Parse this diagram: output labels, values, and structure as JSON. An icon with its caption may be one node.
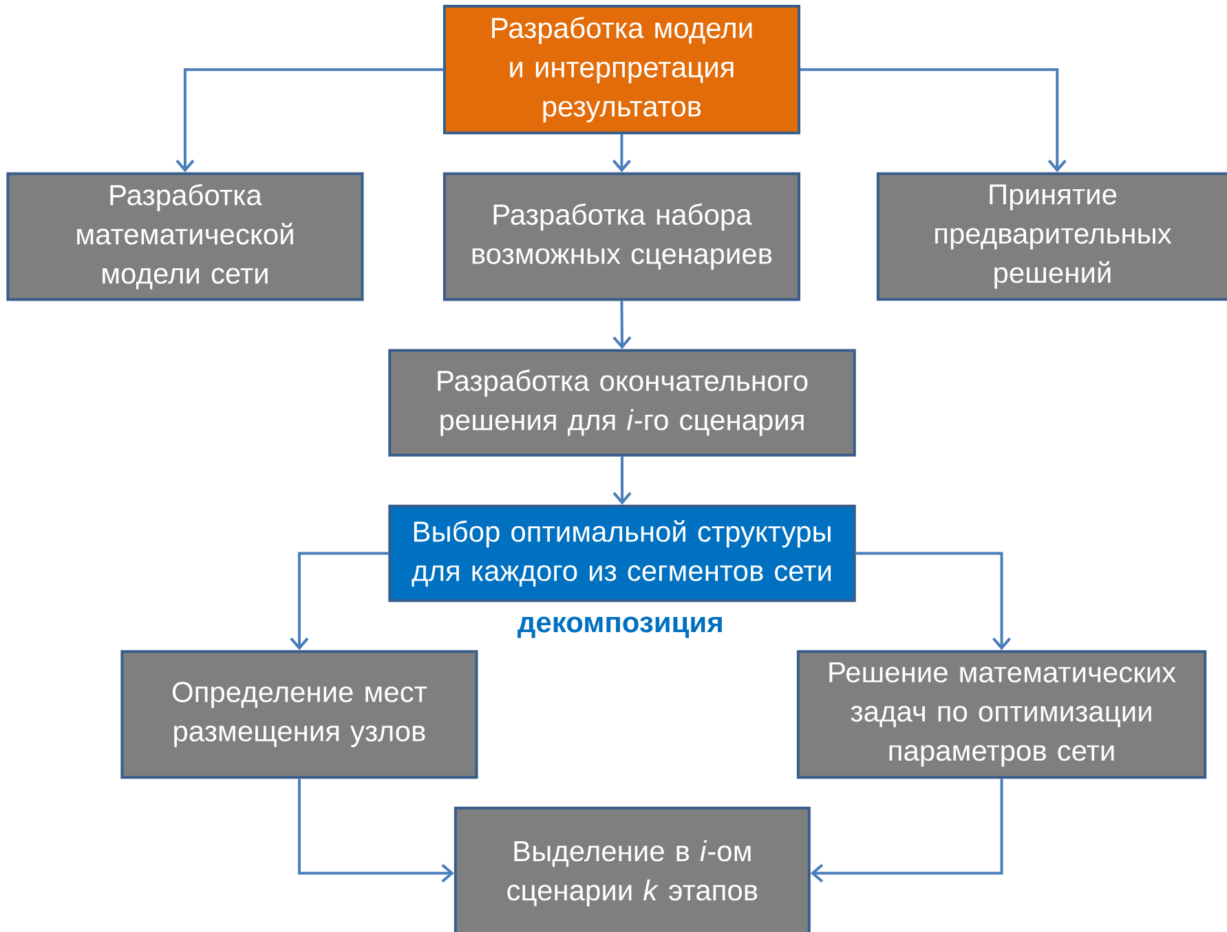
{
  "diagram": {
    "nodes": [
      {
        "text": [
          "Разработка модели и интерпретация результатов"
        ]
      },
      {
        "text": [
          "Разработка математической модели сети"
        ]
      },
      {
        "text": [
          "Разработка набора возможных сценариев"
        ]
      },
      {
        "text": [
          "Принятие предварительных решений"
        ]
      },
      {
        "text": [
          "Разработка окончательного решения для *i*-го сценария"
        ]
      },
      {
        "text": [
          "Выбор оптимальной структуры для каждого из сегментов сети"
        ]
      },
      {
        "text": [
          "Определение мест размещения узлов"
        ]
      },
      {
        "text": [
          "Решение математических задач по оптимизации параметров сети"
        ]
      },
      {
        "text": [
          "Выделение в *i*-ом сценарии *k* этапов"
        ]
      }
    ],
    "edges": [
      {
        "from": 0,
        "to": 1,
        "arrow": "to"
      },
      {
        "from": 0,
        "to": 2,
        "arrow": "to"
      },
      {
        "from": 0,
        "to": 3,
        "arrow": "to"
      },
      {
        "from": 2,
        "to": 4,
        "arrow": "to"
      },
      {
        "from": 4,
        "to": 5,
        "arrow": "to"
      },
      {
        "from": 5,
        "to": 6,
        "arrow": "to"
      },
      {
        "from": 5,
        "to": 7,
        "arrow": "to"
      },
      {
        "from": 6,
        "to": 8,
        "arrow": "to"
      },
      {
        "from": 7,
        "to": 8,
        "arrow": "to"
      }
    ],
    "labels": [
      "декомпозиция"
    ]
  }
}
